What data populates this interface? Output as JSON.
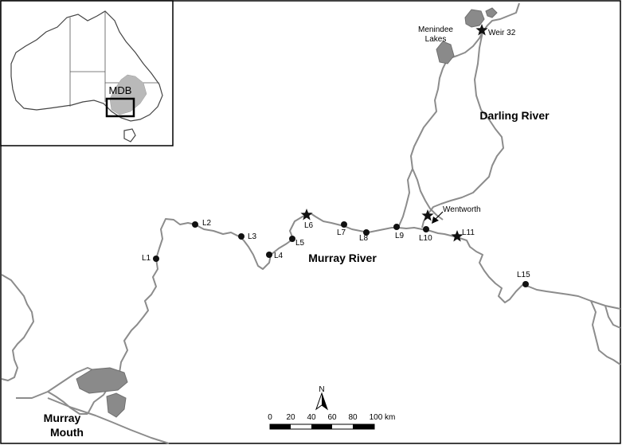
{
  "inset": {
    "basin_label": "MDB"
  },
  "rivers": {
    "murray": "Murray River",
    "darling": "Darling River"
  },
  "places": {
    "menindee_line1": "Menindee",
    "menindee_line2": "Lakes",
    "weir32": "Weir 32",
    "wentworth": "Wentworth",
    "mouth_line1": "Murray",
    "mouth_line2": "Mouth"
  },
  "sites": [
    {
      "id": "L1",
      "marker": "dot"
    },
    {
      "id": "L2",
      "marker": "dot"
    },
    {
      "id": "L3",
      "marker": "dot"
    },
    {
      "id": "L4",
      "marker": "dot"
    },
    {
      "id": "L5",
      "marker": "dot"
    },
    {
      "id": "L6",
      "marker": "star"
    },
    {
      "id": "L7",
      "marker": "dot"
    },
    {
      "id": "L8",
      "marker": "dot"
    },
    {
      "id": "L9",
      "marker": "dot"
    },
    {
      "id": "L10",
      "marker": "dot"
    },
    {
      "id": "L11",
      "marker": "star"
    },
    {
      "id": "L15",
      "marker": "dot"
    }
  ],
  "north_arrow": "N",
  "scalebar": {
    "ticks": [
      "0",
      "20",
      "40",
      "60",
      "80",
      "100 km"
    ]
  },
  "colors": {
    "river": "#8c8c8c",
    "lake": "#8a8a8a",
    "marker": "#111111",
    "frame": "#000000"
  }
}
